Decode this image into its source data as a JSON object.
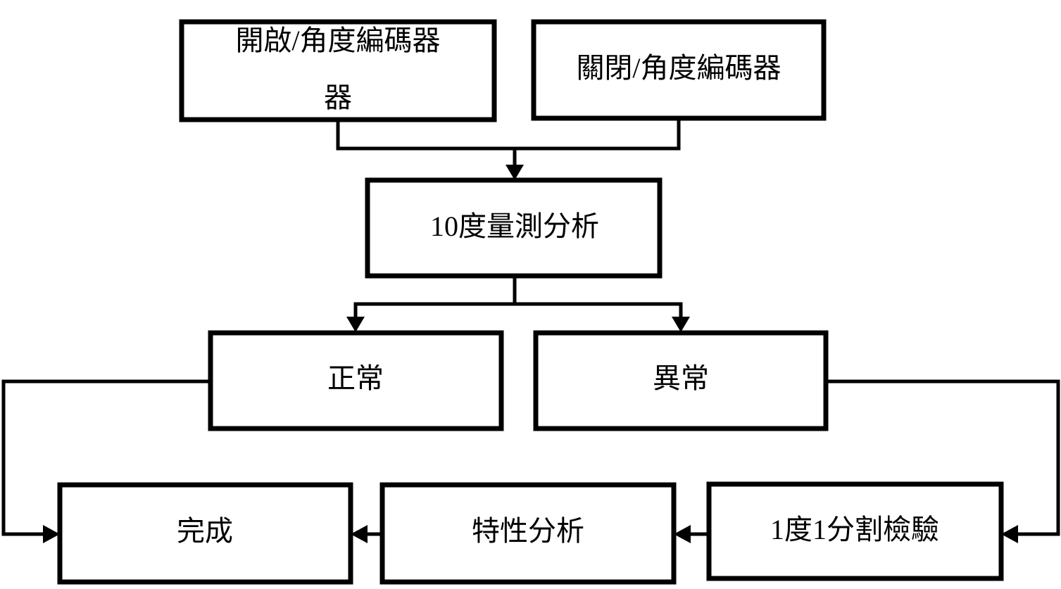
{
  "nodes": {
    "open_encoder": {
      "line1": "開啟/角度編碼器",
      "line2": "器"
    },
    "close_encoder": {
      "label": "關閉/角度編碼器"
    },
    "measure": {
      "label": "10度量測分析"
    },
    "normal": {
      "label": "正常"
    },
    "abnormal": {
      "label": "異常"
    },
    "done": {
      "label": "完成"
    },
    "characteristic": {
      "label": "特性分析"
    },
    "split_check": {
      "label": "1度1分割檢驗"
    }
  }
}
